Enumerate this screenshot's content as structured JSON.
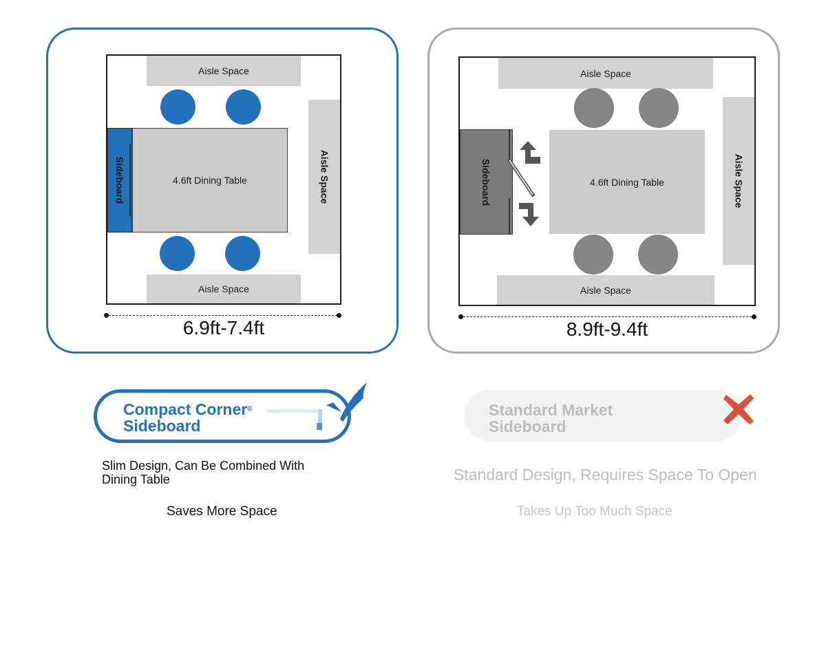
{
  "left_panel": {
    "aisle_top": "Aisle Space",
    "aisle_bottom": "Aisle Space",
    "aisle_side": "Aisle Space",
    "sideboard": "Sideboard",
    "table": "4.6ft Dining Table",
    "dimension": "6.9ft-7.4ft",
    "accent_color": "#2272bb"
  },
  "right_panel": {
    "aisle_top": "Aisle Space",
    "aisle_bottom": "Aisle Space",
    "aisle_side": "Aisle Space",
    "sideboard": "Sideboard",
    "table": "4.6ft Dining Table",
    "dimension": "8.9ft-9.4ft",
    "accent_color": "#858585"
  },
  "compact": {
    "title_line1": "Compact Corner",
    "title_line2": "Sideboard",
    "registered_mark": "®",
    "description": "Slim Design, Can Be Combined With Dining Table",
    "benefit": "Saves More Space",
    "status_icon": "checkmark-icon",
    "color": "#2472bf"
  },
  "standard": {
    "title_line1": "Standard Market",
    "title_line2": "Sideboard",
    "description": "Standard Design, Requires Space To Open",
    "benefit": "Takes Up Too Much Space",
    "status_icon": "cross-icon",
    "color": "#d9513a"
  }
}
